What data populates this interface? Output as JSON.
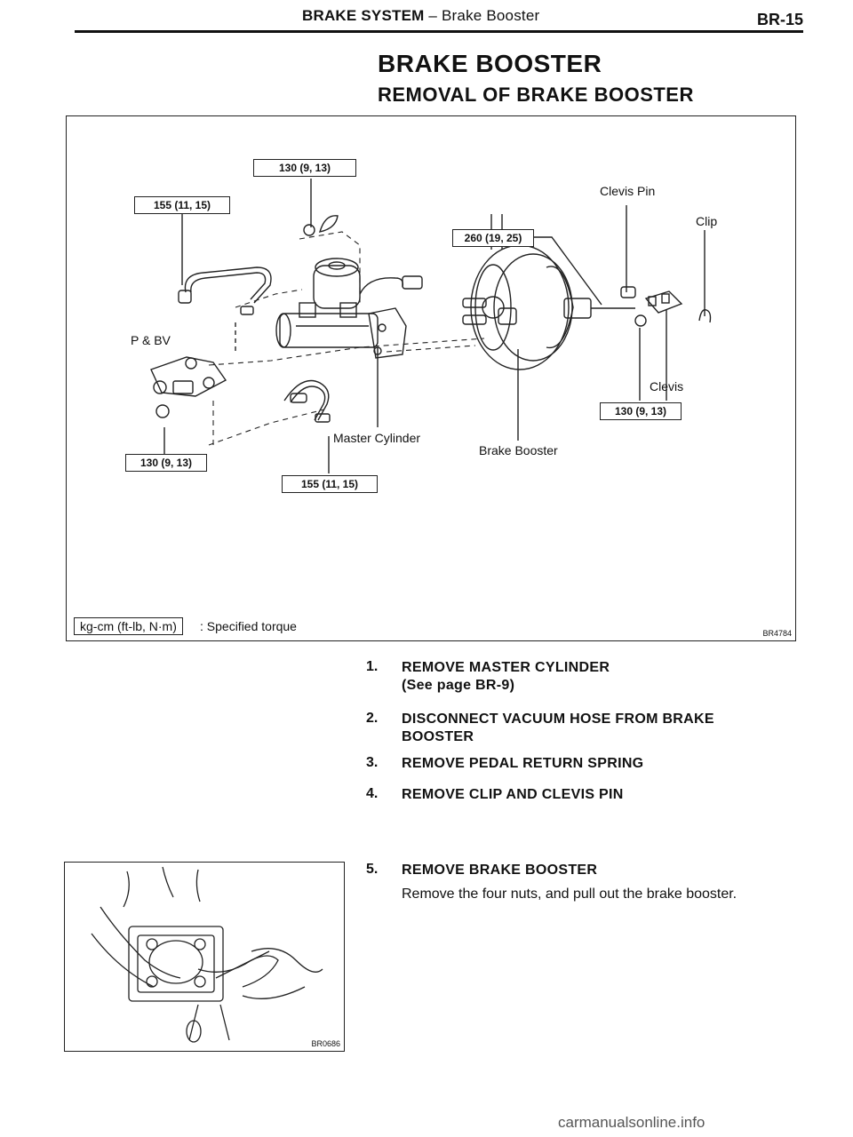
{
  "header": {
    "section": "BRAKE SYSTEM",
    "separator": "–",
    "subsection": "Brake Booster",
    "page_number": "BR-15"
  },
  "title": "BRAKE BOOSTER",
  "subtitle": "REMOVAL OF BRAKE BOOSTER",
  "figure_main": {
    "callouts": {
      "top_center": "130 (9, 13)",
      "top_left": "155 (11, 15)",
      "booster": "260 (19, 25)",
      "bottom_left": "130 (9, 13)",
      "bottom_center": "155 (11, 15)",
      "clevis": "130 (9, 13)"
    },
    "labels": {
      "clevis_pin": "Clevis Pin",
      "clip": "Clip",
      "pbv": "P & BV",
      "clevis": "Clevis",
      "master_cylinder": "Master Cylinder",
      "brake_booster": "Brake Booster"
    },
    "legend_unit": "kg-cm (ft-lb, N·m)",
    "legend_text": ": Specified torque",
    "code": "BR4784"
  },
  "steps": [
    {
      "num": "1.",
      "heading": "REMOVE MASTER CYLINDER",
      "heading2": "(See page BR-9)",
      "desc": ""
    },
    {
      "num": "2.",
      "heading": "DISCONNECT VACUUM HOSE FROM BRAKE",
      "heading2": "BOOSTER",
      "desc": ""
    },
    {
      "num": "3.",
      "heading": "REMOVE PEDAL RETURN SPRING",
      "heading2": "",
      "desc": ""
    },
    {
      "num": "4.",
      "heading": "REMOVE CLIP AND CLEVIS PIN",
      "heading2": "",
      "desc": ""
    },
    {
      "num": "5.",
      "heading": "REMOVE BRAKE BOOSTER",
      "heading2": "",
      "desc": "Remove the four nuts, and pull out the brake booster."
    }
  ],
  "figure_small": {
    "code": "BR0686"
  },
  "watermark": "carmanualsonline.info"
}
